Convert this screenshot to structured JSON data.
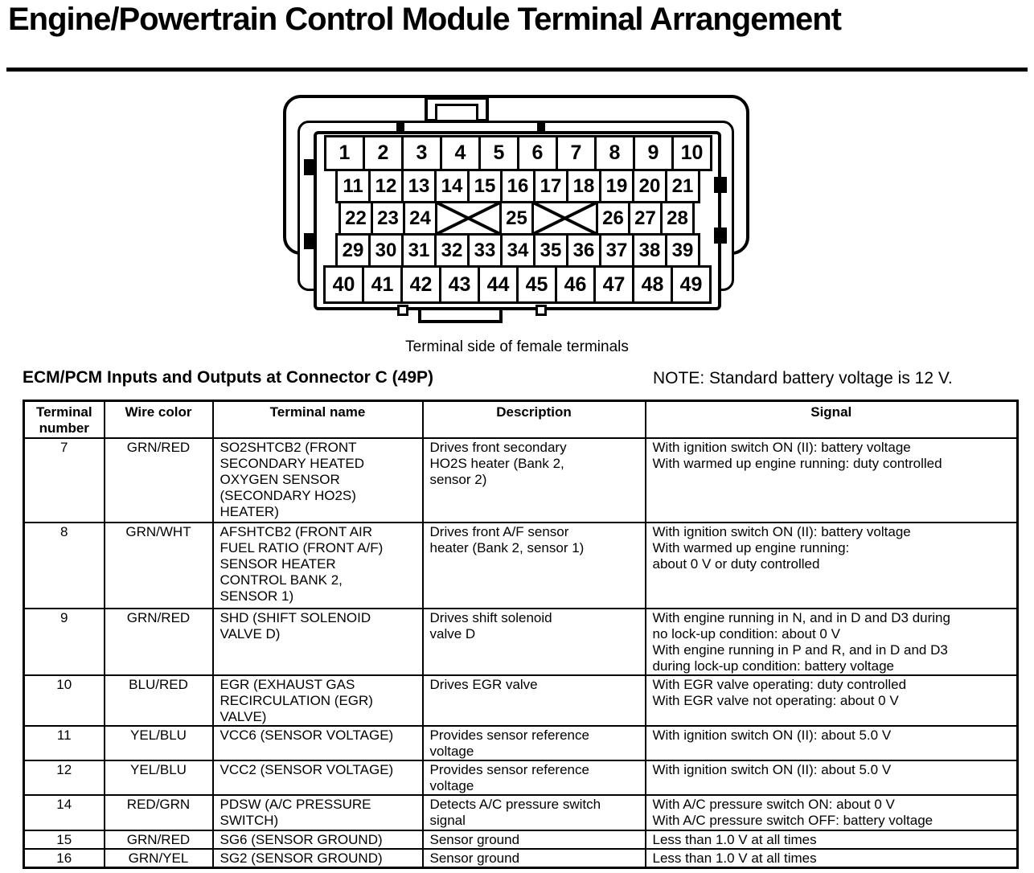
{
  "page": {
    "title": "Engine/Powertrain Control Module Terminal Arrangement",
    "figure_caption": "Terminal side of female terminals",
    "section_heading": "ECM/PCM Inputs and Outputs at Connector C (49P)",
    "note": "NOTE: Standard battery voltage is 12 V."
  },
  "colors": {
    "ink": "#000000",
    "paper": "#ffffff"
  },
  "connector": {
    "name": "Connector C (49P), terminal side of female terminals",
    "blocked_marker": "X",
    "rows": [
      [
        "1",
        "2",
        "3",
        "4",
        "5",
        "6",
        "7",
        "8",
        "9",
        "10"
      ],
      [
        "11",
        "12",
        "13",
        "14",
        "15",
        "16",
        "17",
        "18",
        "19",
        "20",
        "21"
      ],
      [
        "22",
        "23",
        "24",
        "X",
        "25",
        "X",
        "26",
        "27",
        "28"
      ],
      [
        "29",
        "30",
        "31",
        "32",
        "33",
        "34",
        "35",
        "36",
        "37",
        "38",
        "39"
      ],
      [
        "40",
        "41",
        "42",
        "43",
        "44",
        "45",
        "46",
        "47",
        "48",
        "49"
      ]
    ]
  },
  "table": {
    "headers": [
      "Terminal\nnumber",
      "Wire color",
      "Terminal name",
      "Description",
      "Signal"
    ],
    "rows": [
      {
        "terminal": "7",
        "wire_color": "GRN/RED",
        "terminal_name": "SO2SHTCB2 (FRONT\nSECONDARY HEATED\nOXYGEN SENSOR\n(SECONDARY HO2S)\nHEATER)",
        "description": "Drives front secondary\nHO2S heater (Bank 2,\nsensor 2)",
        "signal": "With ignition switch ON (II): battery voltage\nWith warmed up engine running: duty controlled"
      },
      {
        "terminal": "8",
        "wire_color": "GRN/WHT",
        "terminal_name": "AFSHTCB2 (FRONT AIR\nFUEL RATIO (FRONT A/F)\nSENSOR HEATER\nCONTROL BANK 2,\nSENSOR 1)",
        "description": "Drives front A/F sensor\nheater (Bank 2, sensor 1)",
        "signal": "With ignition switch ON (II): battery voltage\nWith warmed up engine running:\nabout 0 V or duty controlled"
      },
      {
        "terminal": "9",
        "wire_color": "GRN/RED",
        "terminal_name": "SHD (SHIFT SOLENOID\nVALVE D)",
        "description": "Drives shift solenoid\nvalve D",
        "signal": "With engine running in N, and in D and D3 during\nno lock-up condition: about 0 V\nWith engine running in P and R, and in D and D3\nduring lock-up condition: battery voltage"
      },
      {
        "terminal": "10",
        "wire_color": "BLU/RED",
        "terminal_name": "EGR (EXHAUST GAS\nRECIRCULATION (EGR)\nVALVE)",
        "description": "Drives EGR valve",
        "signal": "With EGR valve operating: duty controlled\nWith EGR valve not operating: about 0 V"
      },
      {
        "terminal": "11",
        "wire_color": "YEL/BLU",
        "terminal_name": "VCC6 (SENSOR VOLTAGE)",
        "description": "Provides sensor reference\nvoltage",
        "signal": "With ignition switch ON (II): about 5.0 V"
      },
      {
        "terminal": "12",
        "wire_color": "YEL/BLU",
        "terminal_name": "VCC2 (SENSOR VOLTAGE)",
        "description": "Provides sensor reference\nvoltage",
        "signal": "With ignition switch ON (II): about 5.0 V"
      },
      {
        "terminal": "14",
        "wire_color": "RED/GRN",
        "terminal_name": "PDSW (A/C PRESSURE\nSWITCH)",
        "description": "Detects A/C pressure switch\nsignal",
        "signal": "With A/C pressure switch ON: about 0 V\nWith A/C pressure switch OFF: battery voltage"
      },
      {
        "terminal": "15",
        "wire_color": "GRN/RED",
        "terminal_name": "SG6 (SENSOR GROUND)",
        "description": "Sensor ground",
        "signal": "Less than 1.0 V at all times"
      },
      {
        "terminal": "16",
        "wire_color": "GRN/YEL",
        "terminal_name": "SG2 (SENSOR GROUND)",
        "description": "Sensor ground",
        "signal": "Less than 1.0 V at all times"
      }
    ]
  }
}
